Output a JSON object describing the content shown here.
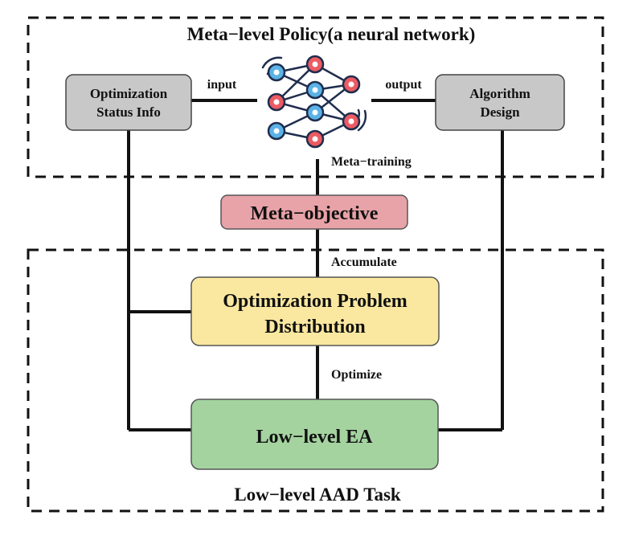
{
  "meta_region": {
    "title": "Meta−level Policy(a neural network)"
  },
  "low_region": {
    "title": "Low−level AAD Task"
  },
  "nodes": {
    "status_info": {
      "line1": "Optimization",
      "line2": "Status Info"
    },
    "algorithm_design": {
      "line1": "Algorithm",
      "line2": "Design"
    },
    "meta_objective": {
      "label": "Meta−objective"
    },
    "problem_distribution": {
      "line1": "Optimization Problem",
      "line2": "Distribution"
    },
    "low_level_ea": {
      "label": "Low−level EA"
    }
  },
  "edge_labels": {
    "input": "input",
    "output": "output",
    "meta_training": "Meta−training",
    "accumulate": "Accumulate",
    "optimize": "Optimize"
  },
  "colors": {
    "grey_box": "#c8c8c8",
    "meta_objective": "#e8a3a8",
    "problem_distribution": "#fbe8a0",
    "low_level_ea": "#a4d3a0",
    "neuron_blue": "#5bb2e6",
    "neuron_red": "#ec5b63",
    "network_edge": "#1f2d4d"
  },
  "icon": "neural-network-icon"
}
